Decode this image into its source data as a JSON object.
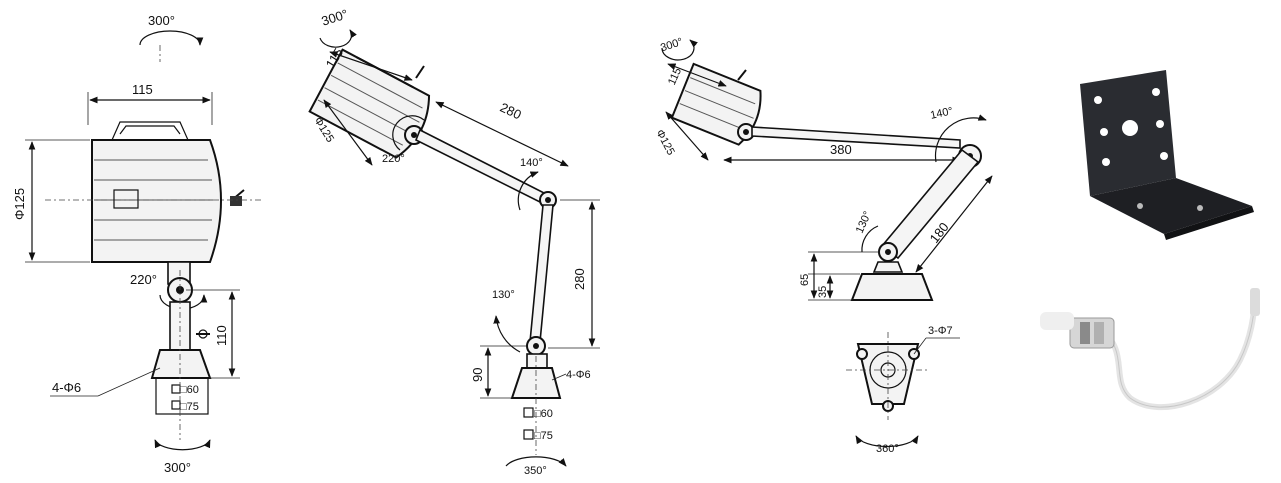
{
  "front_view": {
    "rot_top": "300°",
    "width": "115",
    "diameter": "Φ125",
    "joint_angle": "220°",
    "base_height": "110",
    "holes": "4-Φ6",
    "sq_inner": "□60",
    "sq_outer": "□75",
    "rot_bottom": "300°"
  },
  "side_view_1": {
    "rot_top": "300°",
    "width": "115",
    "diameter": "Φ125",
    "joint_angle": "220°",
    "upper_arm": "280",
    "elbow_angle": "140°",
    "lower_arm": "280",
    "base_angle": "130°",
    "base_height": "90",
    "holes": "4-Φ6",
    "sq_inner": "□60",
    "sq_outer": "□75",
    "rot_bottom": "350°"
  },
  "side_view_2": {
    "rot_top": "300°",
    "width": "115",
    "diameter": "Φ125",
    "upper_arm": "380",
    "elbow_angle": "140°",
    "lower_arm": "180",
    "base_angle": "130°",
    "height_total": "65",
    "height_base": "35",
    "holes": "3-Φ7",
    "rot_bottom": "360°"
  },
  "colors": {
    "line": "#111111",
    "bracket": "#2a2c31",
    "cable": "#e4e4e4"
  }
}
